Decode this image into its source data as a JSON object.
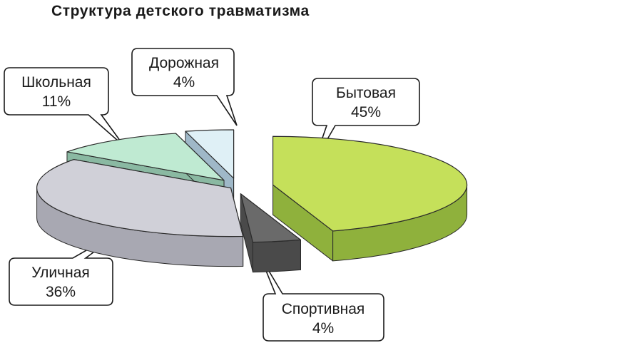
{
  "chart_data": {
    "type": "pie",
    "title": "Структура детского травматизма",
    "slices": [
      {
        "name": "Бытовая",
        "value_label": "45%",
        "value": 45,
        "color": "#c5e05a",
        "side_color": "#8fb13c"
      },
      {
        "name": "Спортивная",
        "value_label": "4%",
        "value": 4,
        "color": "#6a6a6a",
        "side_color": "#4a4a4a"
      },
      {
        "name": "Уличная",
        "value_label": "36%",
        "value": 36,
        "color": "#d0d0d8",
        "side_color": "#a8a8b2"
      },
      {
        "name": "Школьная",
        "value_label": "11%",
        "value": 11,
        "color": "#bfead2",
        "side_color": "#8ab9a2"
      },
      {
        "name": "Дорожная",
        "value_label": "4%",
        "value": 4,
        "color": "#dff0f6",
        "side_color": "#9fb8c8"
      }
    ]
  }
}
